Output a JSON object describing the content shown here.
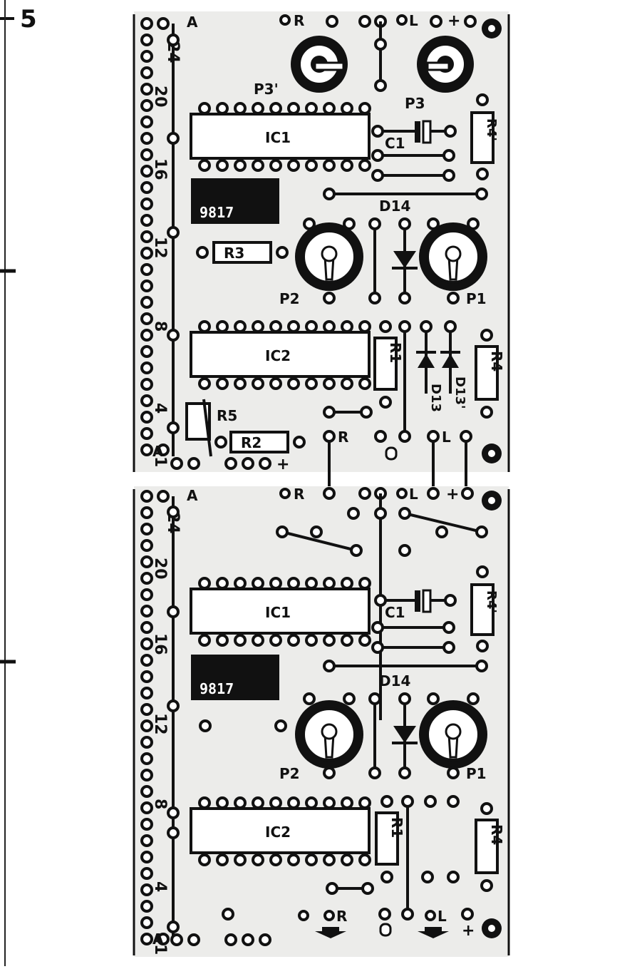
{
  "figure_number": "5",
  "board_id": "9817",
  "boards": [
    {
      "id": "upper",
      "pin_labels": [
        "24",
        "20",
        "16",
        "12",
        "8",
        "4",
        "1"
      ],
      "edge_labels": [
        "A",
        "A"
      ],
      "labels": {
        "ic1": "IC1",
        "ic2": "IC2",
        "c1": "C1",
        "p3p": "P3'",
        "p3": "P3",
        "p2": "P2",
        "p1": "P1",
        "d14": "D14",
        "d13": "D13",
        "d13p": "D13'",
        "r1": "R1",
        "r2": "R2",
        "r3": "R3",
        "r4": "R4",
        "r4p": "R4'",
        "r5": "R5",
        "top_r": "R",
        "top_l": "L",
        "top_plus": "+",
        "mid_r": "R",
        "mid_l": "L",
        "bottom_plus": "+"
      }
    },
    {
      "id": "lower",
      "pin_labels": [
        "24",
        "20",
        "16",
        "12",
        "8",
        "4",
        "1"
      ],
      "edge_labels": [
        "A",
        "A"
      ],
      "labels": {
        "ic1": "IC1",
        "ic2": "IC2",
        "c1": "C1",
        "p2": "P2",
        "p1": "P1",
        "d14": "D14",
        "r1": "R1",
        "r4": "R4",
        "r4p": "R4'",
        "top_r": "R",
        "top_l": "L",
        "top_plus": "+",
        "bot_r": "R",
        "bot_l": "L",
        "bottom_plus": "+"
      }
    }
  ]
}
